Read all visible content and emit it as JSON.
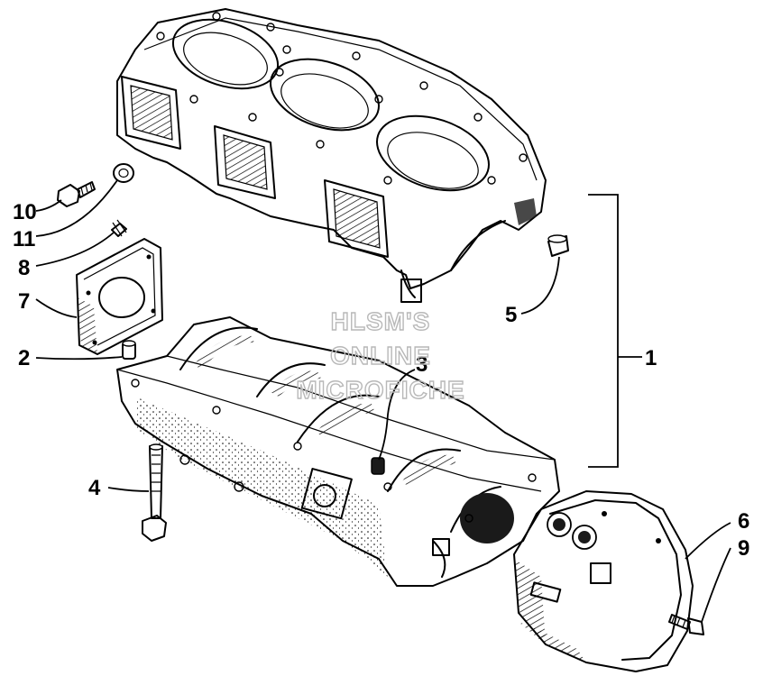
{
  "callouts": {
    "c1": "1",
    "c2": "2",
    "c3": "3",
    "c4": "4",
    "c5": "5",
    "c6": "6",
    "c7": "7",
    "c8": "8",
    "c9": "9",
    "c10": "10",
    "c11": "11"
  },
  "watermark": {
    "line1": "HLSM'S",
    "line2": "ONLINE",
    "line3": "MICROFICHE"
  }
}
